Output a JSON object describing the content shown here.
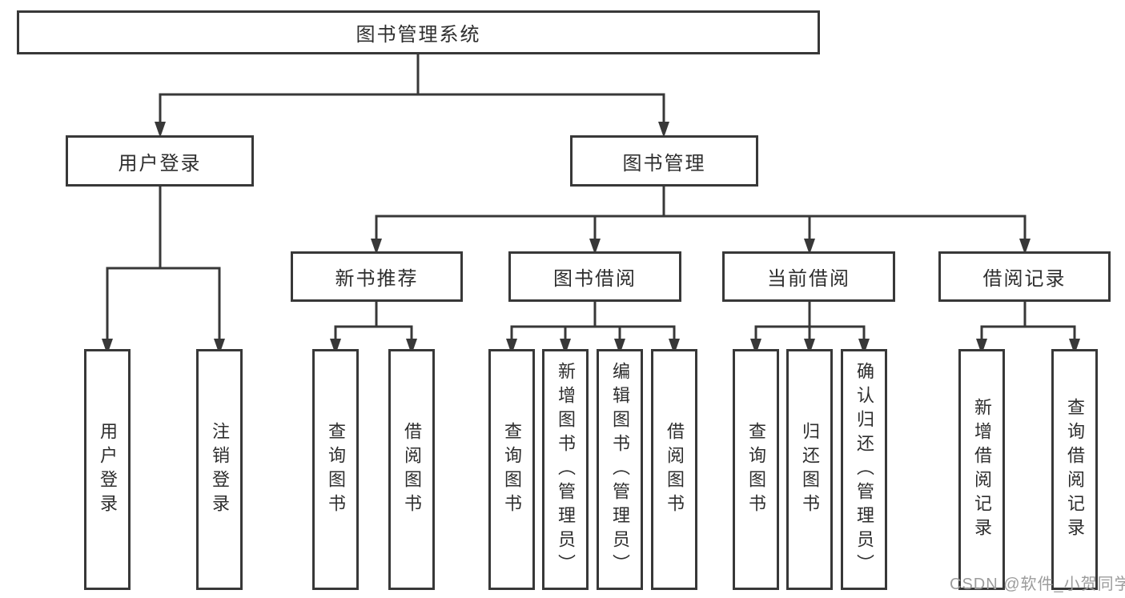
{
  "tree": {
    "label": "图书管理系统",
    "children": [
      {
        "label": "用户登录",
        "children": [
          {
            "label": "用户登录"
          },
          {
            "label": "注销登录"
          }
        ]
      },
      {
        "label": "图书管理",
        "children": [
          {
            "label": "新书推荐",
            "children": [
              {
                "label": "查询图书"
              },
              {
                "label": "借阅图书"
              }
            ]
          },
          {
            "label": "图书借阅",
            "children": [
              {
                "label": "查询图书"
              },
              {
                "label": "新增图书（管理员）"
              },
              {
                "label": "编辑图书（管理员）"
              },
              {
                "label": "借阅图书"
              }
            ]
          },
          {
            "label": "当前借阅",
            "children": [
              {
                "label": "查询图书"
              },
              {
                "label": "归还图书"
              },
              {
                "label": "确认归还（管理员）"
              }
            ]
          },
          {
            "label": "借阅记录",
            "children": [
              {
                "label": "新增借阅记录"
              },
              {
                "label": "查询借阅记录"
              }
            ]
          }
        ]
      }
    ]
  },
  "watermark": {
    "text": "CSDN @软件_小贺同学"
  },
  "colors": {
    "line": "#383838",
    "text": "#2e2e2e",
    "watermark": "#9c9c9c",
    "background": "#ffffff"
  }
}
